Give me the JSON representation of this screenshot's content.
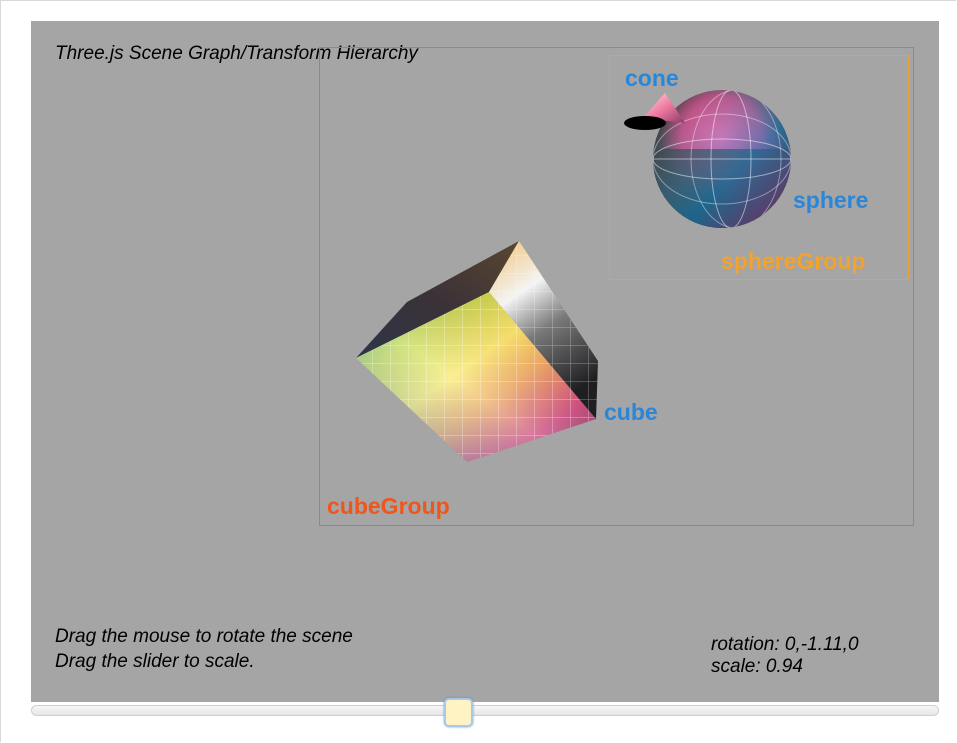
{
  "demo": {
    "title": "Three.js Scene Graph/Transform Hierarchy"
  },
  "scene": {
    "labels": {
      "cone": "cone",
      "sphere": "sphere",
      "sphere_group": "sphereGroup",
      "cube": "cube",
      "cube_group": "cubeGroup"
    },
    "colors": {
      "viewport_bg": "#a5a5a5",
      "object_label": "#2a86d8",
      "cube_group": "#f0561c",
      "sphere_group": "#f3a22b"
    }
  },
  "instructions": {
    "line1": "Drag the mouse to rotate the scene",
    "line2": "Drag the slider to scale."
  },
  "status": {
    "rotation": "rotation: 0,-1.11,0",
    "scale": "scale: 0.94"
  },
  "slider": {
    "value_fraction": 0.48
  }
}
